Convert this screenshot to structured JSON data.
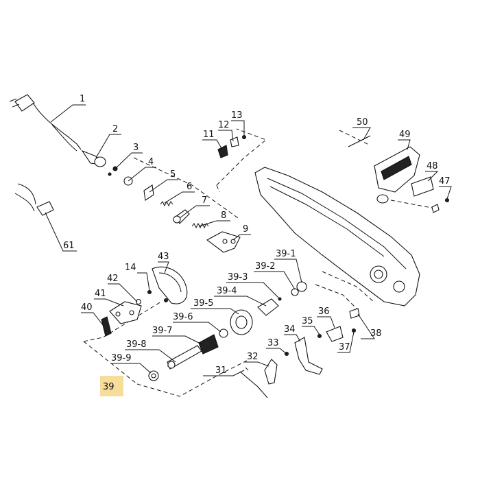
{
  "diagram": {
    "highlight_callout": "39",
    "callouts": [
      {
        "id": "c1",
        "text": "1"
      },
      {
        "id": "c2",
        "text": "2"
      },
      {
        "id": "c3",
        "text": "3"
      },
      {
        "id": "c4",
        "text": "4"
      },
      {
        "id": "c5",
        "text": "5"
      },
      {
        "id": "c6",
        "text": "6"
      },
      {
        "id": "c7",
        "text": "7"
      },
      {
        "id": "c8",
        "text": "8"
      },
      {
        "id": "c9",
        "text": "9"
      },
      {
        "id": "c11",
        "text": "11"
      },
      {
        "id": "c12",
        "text": "12"
      },
      {
        "id": "c13",
        "text": "13"
      },
      {
        "id": "c14",
        "text": "14"
      },
      {
        "id": "c31",
        "text": "31"
      },
      {
        "id": "c32",
        "text": "32"
      },
      {
        "id": "c33",
        "text": "33"
      },
      {
        "id": "c34",
        "text": "34"
      },
      {
        "id": "c35",
        "text": "35"
      },
      {
        "id": "c36",
        "text": "36"
      },
      {
        "id": "c37",
        "text": "37"
      },
      {
        "id": "c38",
        "text": "38"
      },
      {
        "id": "c39",
        "text": "39"
      },
      {
        "id": "c39_1",
        "text": "39-1"
      },
      {
        "id": "c39_2",
        "text": "39-2"
      },
      {
        "id": "c39_3",
        "text": "39-3"
      },
      {
        "id": "c39_4",
        "text": "39-4"
      },
      {
        "id": "c39_5",
        "text": "39-5"
      },
      {
        "id": "c39_6",
        "text": "39-6"
      },
      {
        "id": "c39_7",
        "text": "39-7"
      },
      {
        "id": "c39_8",
        "text": "39-8"
      },
      {
        "id": "c39_9",
        "text": "39-9"
      },
      {
        "id": "c40",
        "text": "40"
      },
      {
        "id": "c41",
        "text": "41"
      },
      {
        "id": "c42",
        "text": "42"
      },
      {
        "id": "c43",
        "text": "43"
      },
      {
        "id": "c47",
        "text": "47"
      },
      {
        "id": "c48",
        "text": "48"
      },
      {
        "id": "c49",
        "text": "49"
      },
      {
        "id": "c50",
        "text": "50"
      },
      {
        "id": "c61",
        "text": "61"
      }
    ]
  }
}
